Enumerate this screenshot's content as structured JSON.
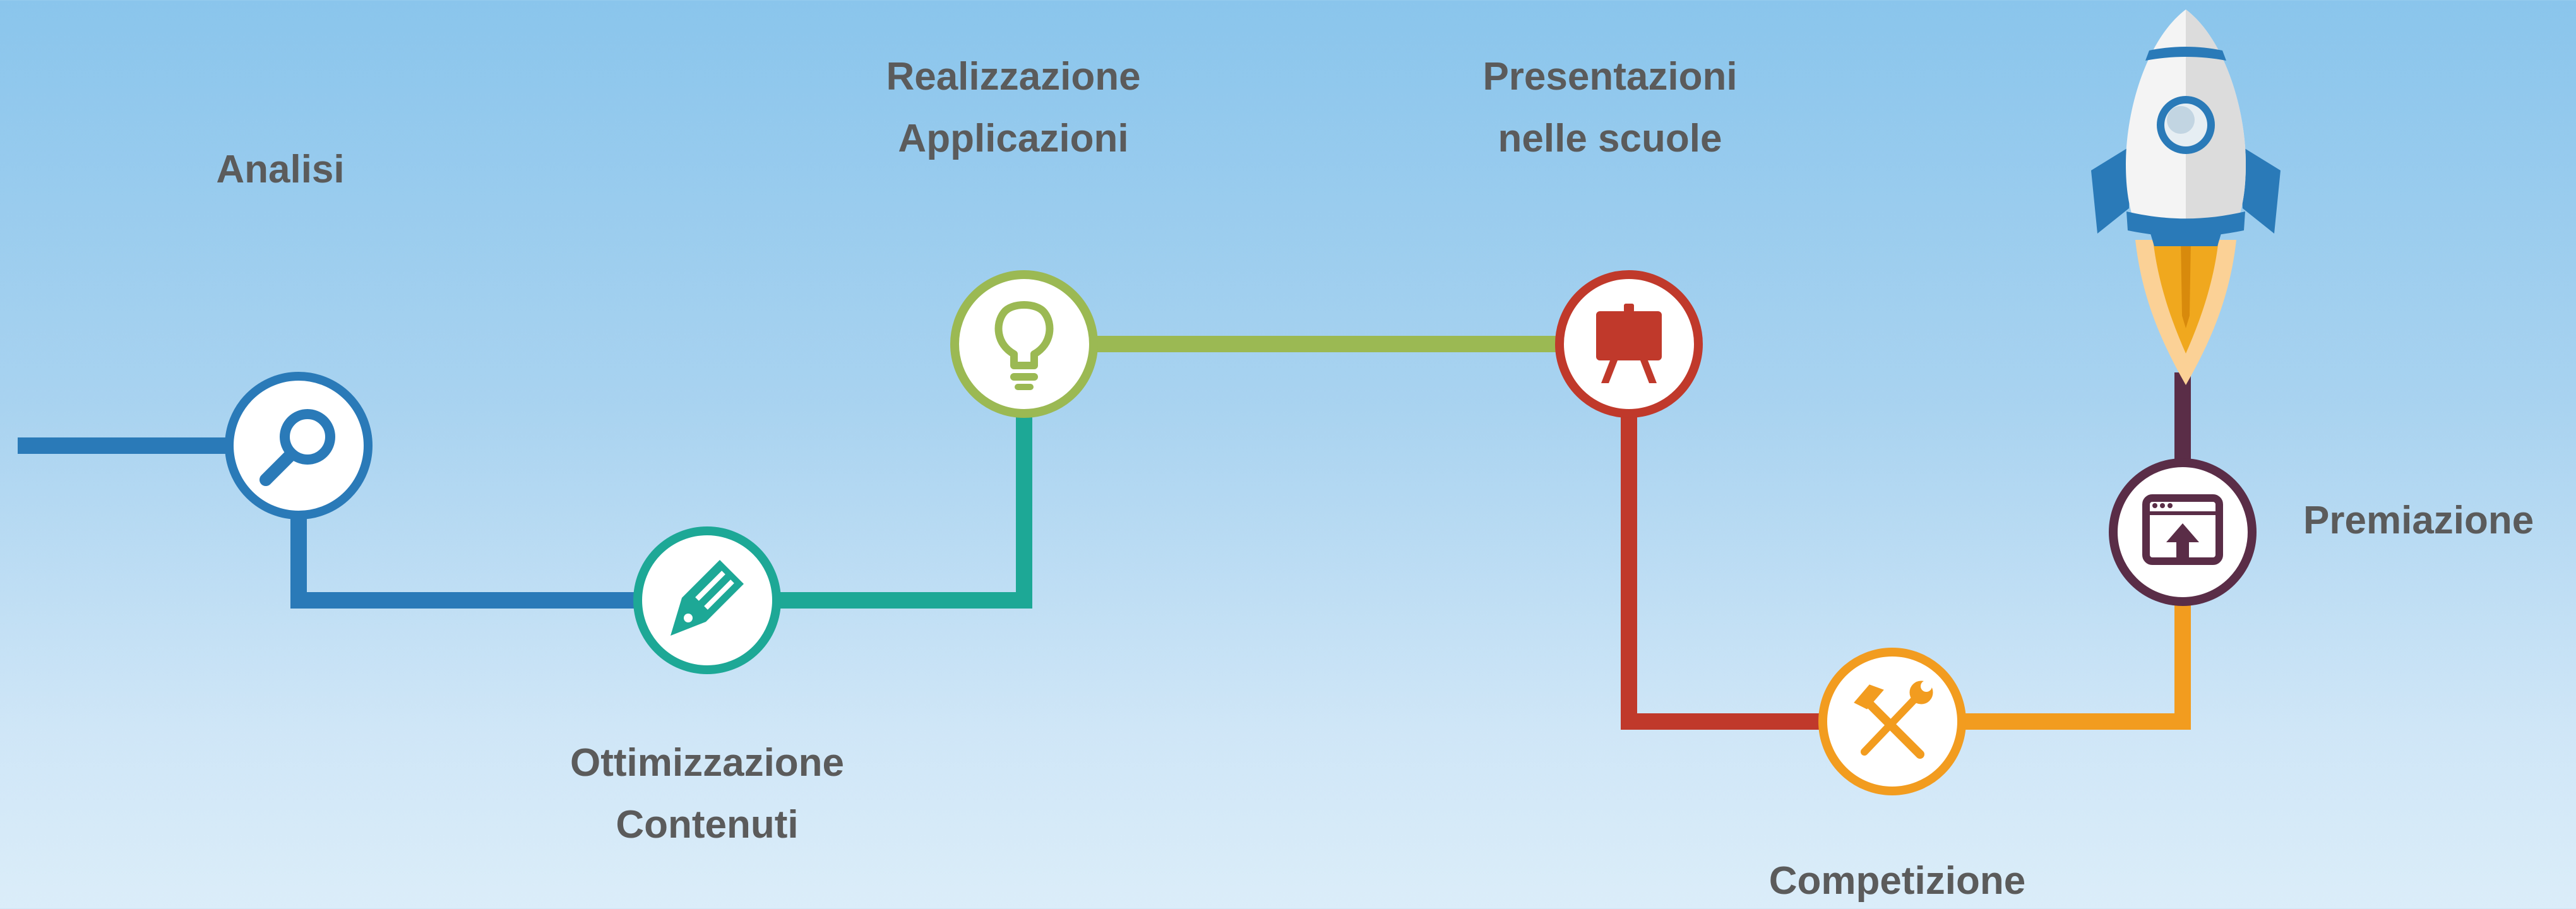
{
  "steps": [
    {
      "id": "analisi",
      "lines": [
        "Analisi"
      ],
      "icon": "magnifier-icon",
      "color": "#2a7ab8"
    },
    {
      "id": "ottimizzazione",
      "lines": [
        "Ottimizzazione",
        "Contenuti"
      ],
      "icon": "pencil-icon",
      "color": "#1da896"
    },
    {
      "id": "realizzazione",
      "lines": [
        "Realizzazione",
        "Applicazioni"
      ],
      "icon": "lightbulb-icon",
      "color": "#9bb953"
    },
    {
      "id": "presentazioni",
      "lines": [
        "Presentazioni",
        "nelle scuole"
      ],
      "icon": "presentation-board-icon",
      "color": "#c0392b"
    },
    {
      "id": "competizione",
      "lines": [
        "Competizione"
      ],
      "icon": "hammer-wrench-icon",
      "color": "#f29c1f"
    },
    {
      "id": "premiazione",
      "lines": [
        "Premiazione"
      ],
      "icon": "upload-window-icon",
      "color": "#5a2d47"
    }
  ],
  "rocket": {
    "icon": "rocket-icon"
  }
}
